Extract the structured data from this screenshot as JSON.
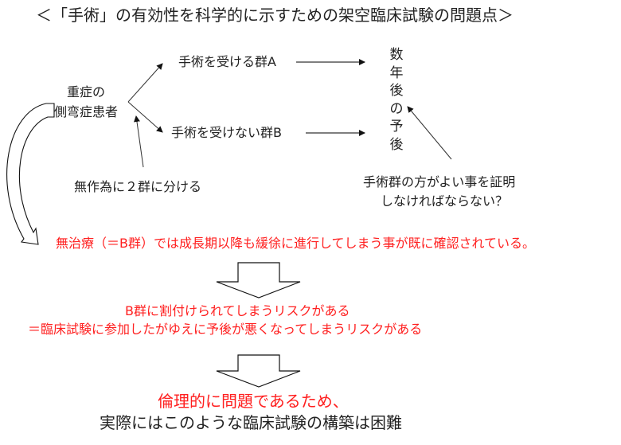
{
  "title": "＜「手術」の有効性を科学的に示すための架空臨床試験の問題点＞",
  "patients": [
    "重症の",
    "側弯症患者"
  ],
  "group_a": "手術を受ける群A",
  "group_b": "手術を受けない群B",
  "prognosis": "数年後の予後",
  "randomize": "無作為に２群に分ける",
  "prove": [
    "手術群の方がよい事を証明",
    "しなければならない？"
  ],
  "fact": "無治療（＝B群）では成長期以降も緩徐に進行してしまう事が既に確認されている。",
  "risk": [
    "B群に割付けられてしまうリスクがある",
    "＝臨床試験に参加したがゆえに予後が悪くなってしまうリスクがある"
  ],
  "conclusion": [
    "倫理的に問題であるため、",
    "実際にはこのような臨床試験の構築は困難"
  ],
  "colors": {
    "accent_red": "#ff2020",
    "text": "#222222"
  }
}
